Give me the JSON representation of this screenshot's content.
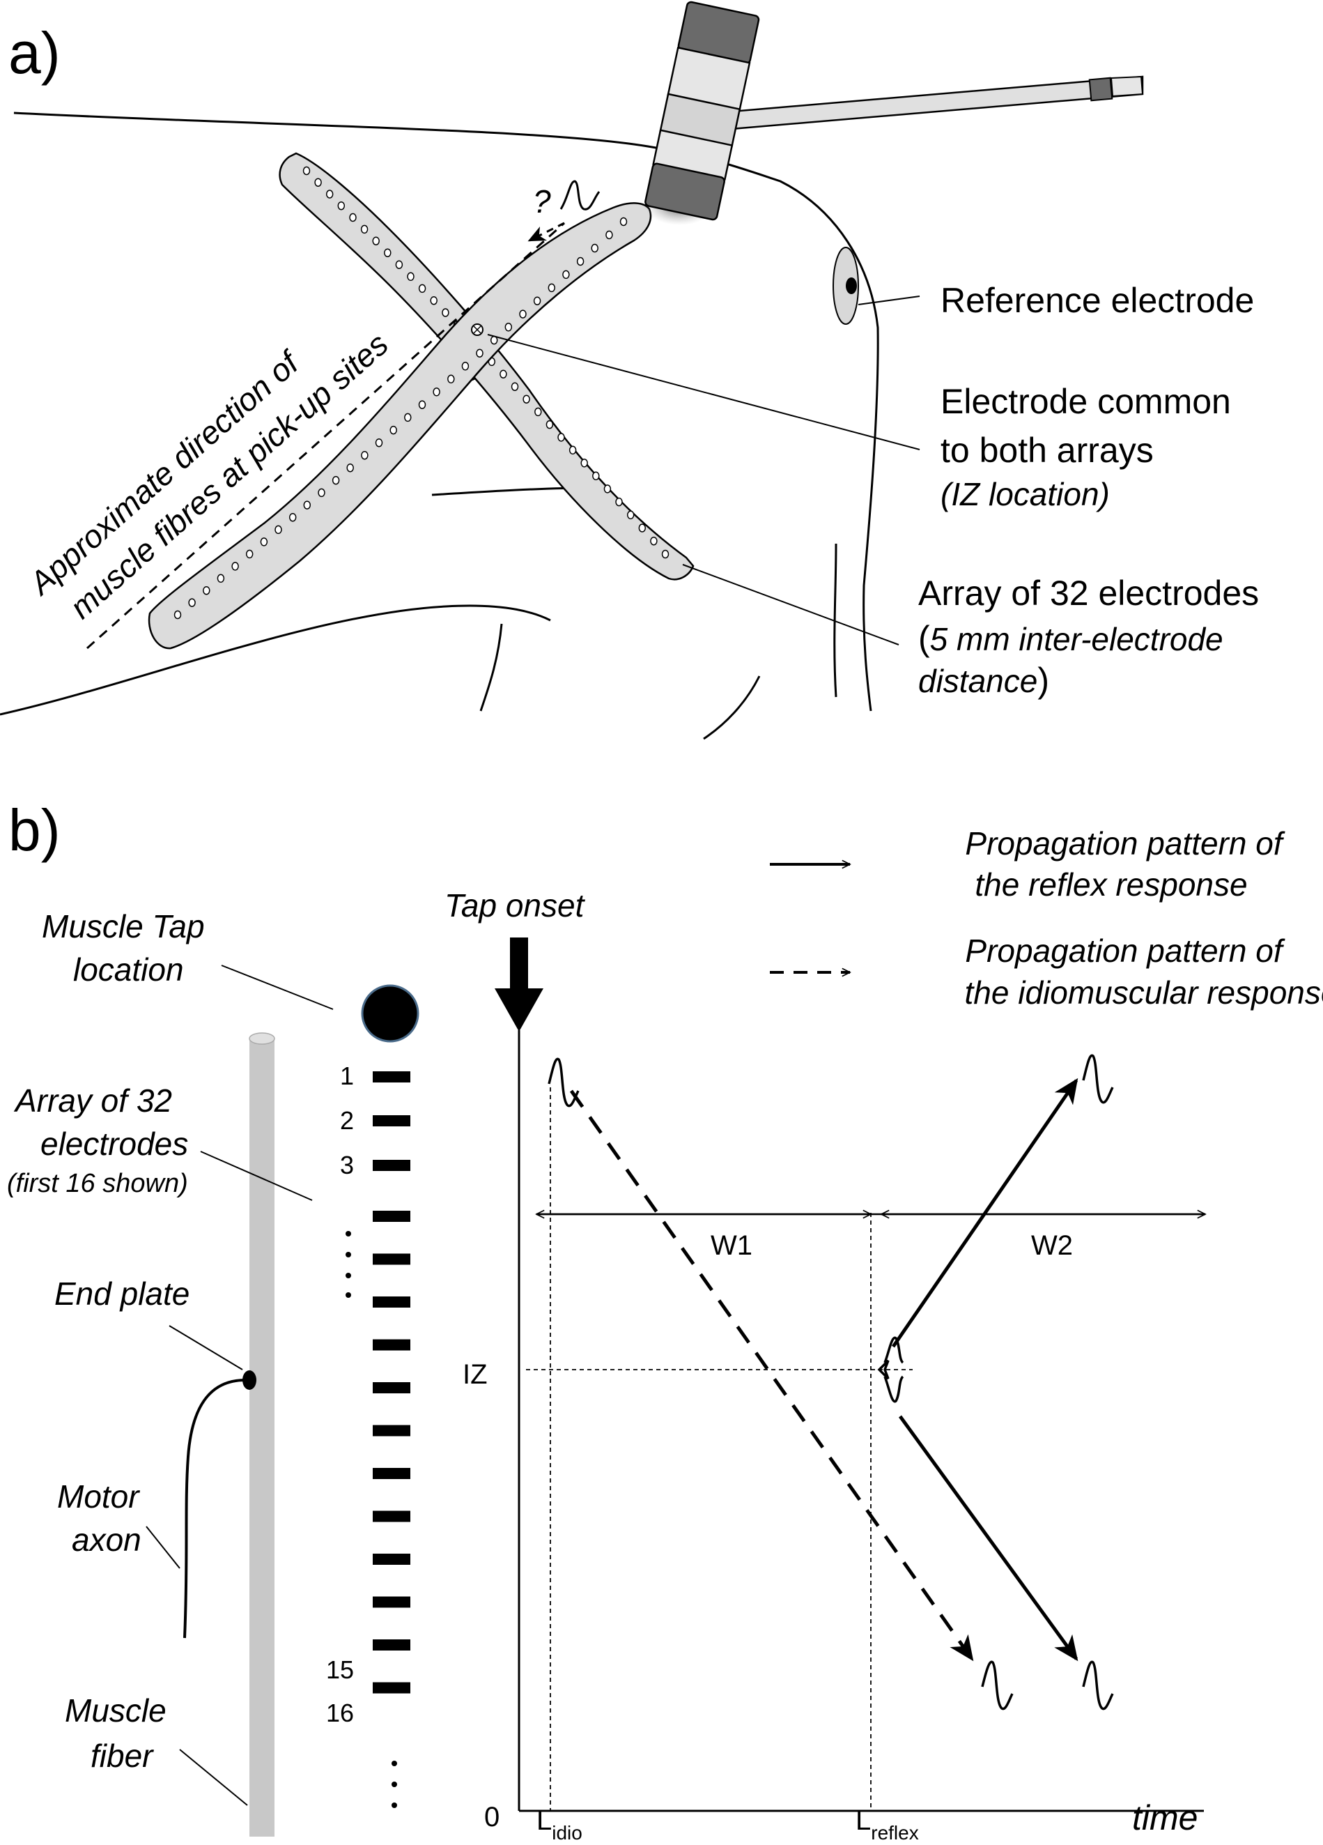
{
  "panel_a": {
    "label": "a)",
    "fibre_direction_line1": "Approximate direction of",
    "fibre_direction_line2": "muscle fibres at pick-up sites",
    "question_mark": "?",
    "reference_electrode": "Reference electrode",
    "common_electrode_line1": "Electrode common",
    "common_electrode_line2": "to both arrays",
    "iz_location": "(IZ location)",
    "array_line1": "Array of 32 electrodes",
    "array_paren_open": "(",
    "array_line2_italic": "5 mm inter-electrode",
    "array_line3_italic": "distance",
    "array_paren_close": ")"
  },
  "panel_b": {
    "label": "b)",
    "muscle_tap_line1": "Muscle Tap",
    "muscle_tap_line2": "location",
    "array_line1": "Array of 32",
    "array_line2": "electrodes",
    "array_line3": "(first 16 shown)",
    "end_plate": "End plate",
    "motor_axon_line1": "Motor",
    "motor_axon_line2": "axon",
    "muscle_fiber_line1": "Muscle",
    "muscle_fiber_line2": "fiber",
    "electrode_numbers": [
      "1",
      "2",
      "3",
      "15",
      "16"
    ],
    "tap_onset": "Tap onset",
    "legend_reflex_line1": "Propagation pattern of",
    "legend_reflex_line2": "the reflex response",
    "legend_idio_line1": "Propagation pattern of",
    "legend_idio_line2": "the idiomuscular response",
    "w1": "W1",
    "w2": "W2",
    "iz": "IZ",
    "origin": "0",
    "l_idio_main": "L",
    "l_idio_sub": "idio",
    "l_reflex_main": "L",
    "l_reflex_sub": "reflex",
    "time_axis": "time"
  },
  "colors": {
    "array_fill": "#dcdcdc",
    "fiber_fill": "#c8c8c8",
    "hammer_dark": "#6a6a6a",
    "hammer_light": "#e6e6e6",
    "tap_dot_stroke": "#4a6b8a"
  }
}
